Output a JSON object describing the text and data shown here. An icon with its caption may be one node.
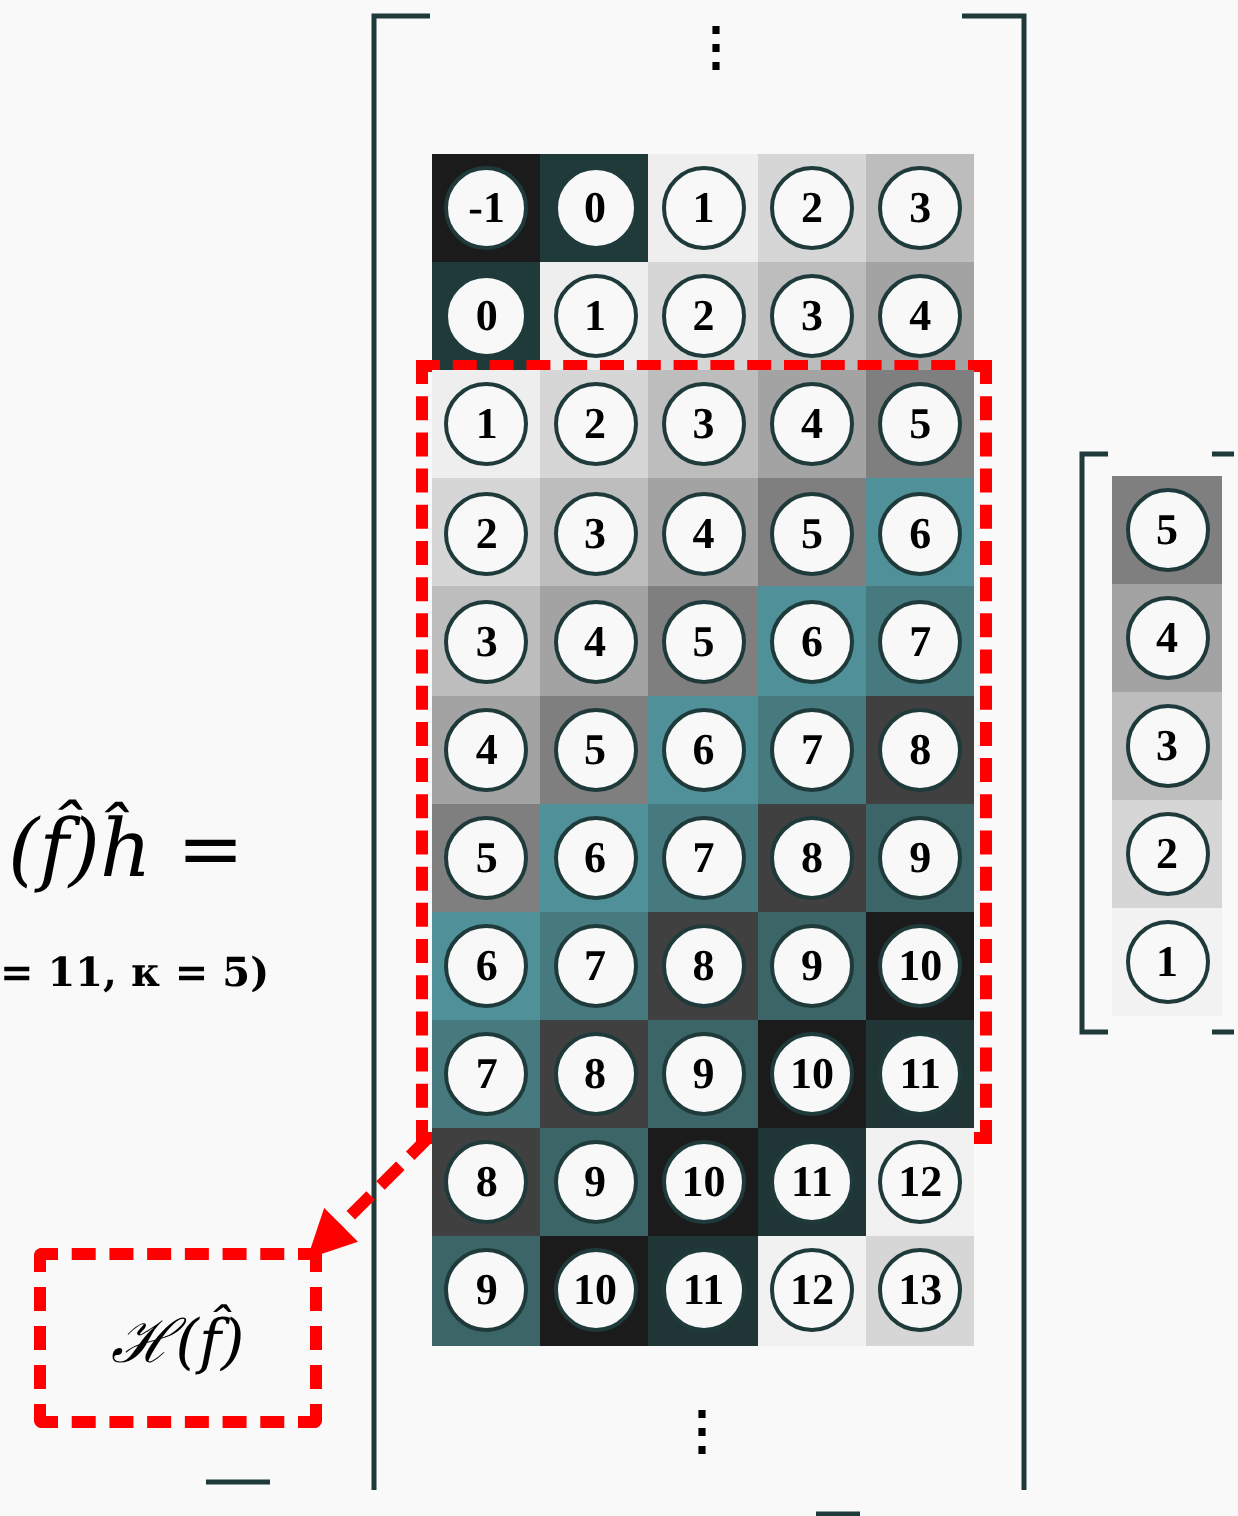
{
  "diagram": {
    "nodes": [
      {
        "text": [
          "-1"
        ]
      },
      {
        "text": [
          "0"
        ]
      },
      {
        "text": [
          "1"
        ]
      },
      {
        "text": [
          "2"
        ]
      },
      {
        "text": [
          "3"
        ]
      },
      {
        "text": [
          "0"
        ]
      },
      {
        "text": [
          "1"
        ]
      },
      {
        "text": [
          "2"
        ]
      },
      {
        "text": [
          "3"
        ]
      },
      {
        "text": [
          "4"
        ]
      },
      {
        "text": [],
        "shape": "box"
      },
      {
        "text": [
          "1"
        ],
        "in": 10
      },
      {
        "text": [
          "2"
        ],
        "in": 10
      },
      {
        "text": [
          "3"
        ],
        "in": 10
      },
      {
        "text": [
          "4"
        ],
        "in": 10
      },
      {
        "text": [
          "5"
        ],
        "in": 10
      },
      {
        "text": [
          "2"
        ],
        "in": 10
      },
      {
        "text": [
          "3"
        ],
        "in": 10
      },
      {
        "text": [
          "4"
        ],
        "in": 10
      },
      {
        "text": [
          "5"
        ],
        "in": 10
      },
      {
        "text": [
          "6"
        ],
        "in": 10
      },
      {
        "text": [
          "3"
        ],
        "in": 10
      },
      {
        "text": [
          "4"
        ],
        "in": 10
      },
      {
        "text": [
          "5"
        ],
        "in": 10
      },
      {
        "text": [
          "6"
        ],
        "in": 10
      },
      {
        "text": [
          "7"
        ],
        "in": 10
      },
      {
        "text": [
          "4"
        ],
        "in": 10
      },
      {
        "text": [
          "5"
        ],
        "in": 10
      },
      {
        "text": [
          "6"
        ],
        "in": 10
      },
      {
        "text": [
          "7"
        ],
        "in": 10
      },
      {
        "text": [
          "8"
        ],
        "in": 10
      },
      {
        "text": [
          "5"
        ],
        "in": 10
      },
      {
        "text": [
          "6"
        ],
        "in": 10
      },
      {
        "text": [
          "7"
        ],
        "in": 10
      },
      {
        "text": [
          "8"
        ],
        "in": 10
      },
      {
        "text": [
          "9"
        ],
        "in": 10
      },
      {
        "text": [
          "6"
        ],
        "in": 10
      },
      {
        "text": [
          "7"
        ],
        "in": 10
      },
      {
        "text": [
          "8"
        ],
        "in": 10
      },
      {
        "text": [
          "9"
        ],
        "in": 10
      },
      {
        "text": [
          "10"
        ],
        "in": 10
      },
      {
        "text": [
          "7"
        ],
        "in": 10
      },
      {
        "text": [
          "8"
        ],
        "in": 10
      },
      {
        "text": [
          "9"
        ],
        "in": 10
      },
      {
        "text": [
          "10"
        ],
        "in": 10
      },
      {
        "text": [
          "11"
        ],
        "in": 10
      },
      {
        "text": [
          "8"
        ]
      },
      {
        "text": [
          "9"
        ]
      },
      {
        "text": [
          "10"
        ]
      },
      {
        "text": [
          "11"
        ]
      },
      {
        "text": [
          "12"
        ]
      },
      {
        "text": [
          "9"
        ]
      },
      {
        "text": [
          "10"
        ]
      },
      {
        "text": [
          "11"
        ]
      },
      {
        "text": [
          "12"
        ]
      },
      {
        "text": [
          "13"
        ]
      },
      {
        "text": [
          "ℋ(f̂)"
        ]
      },
      {
        "text": [
          "5"
        ]
      },
      {
        "text": [
          "4"
        ]
      },
      {
        "text": [
          "3"
        ]
      },
      {
        "text": [
          "2"
        ]
      },
      {
        "text": [
          "1"
        ]
      }
    ],
    "edges": [
      {
        "from": 10,
        "to": 56,
        "arrow": "to",
        "style": "dashed",
        "color": "#ff0000"
      }
    ],
    "labels": [
      "⋮",
      "(f̂)ĥ =",
      "= 11, κ = 5)",
      "⋮"
    ]
  }
}
